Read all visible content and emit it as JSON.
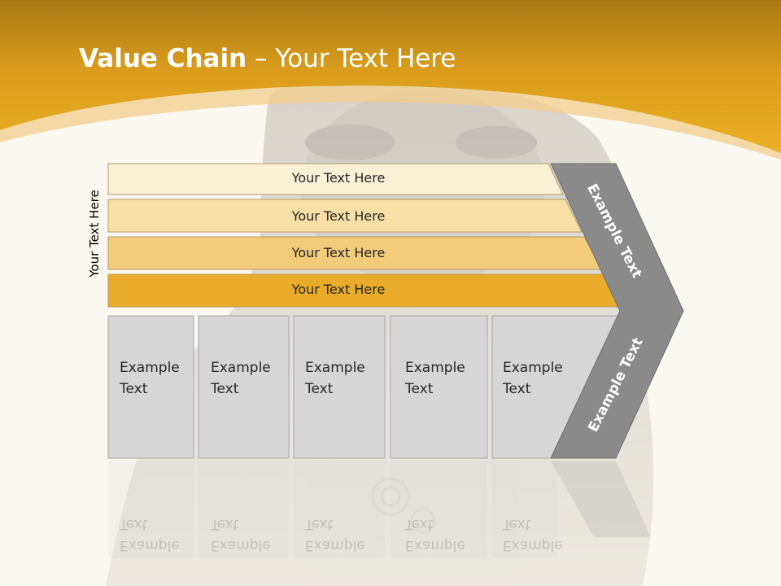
{
  "slide": {
    "title_bold": "Value Chain",
    "title_rest": " – Your Text Here",
    "vertical_label": "Your Text Here",
    "bars": [
      {
        "label": "Your Text Here",
        "fill": "#fbefd6"
      },
      {
        "label": "Your Text Here",
        "fill": "#f7e0a6"
      },
      {
        "label": "Your Text Here",
        "fill": "#f2cc78"
      },
      {
        "label": "Your Text Here",
        "fill": "#e8ab2a"
      }
    ],
    "columns": [
      {
        "line1": "Example",
        "line2": "Text"
      },
      {
        "line1": "Example",
        "line2": "Text"
      },
      {
        "line1": "Example",
        "line2": "Text"
      },
      {
        "line1": "Example",
        "line2": "Text"
      },
      {
        "line1": "Example",
        "line2": "Text"
      }
    ],
    "chevron_top": "Example Text",
    "chevron_bottom": "Example Text"
  },
  "colors": {
    "header": "#e6a61f",
    "header_dark": "#a8761a",
    "background": "#fbf8f1",
    "column": "#d6d6d6",
    "chevron": "#8a8a8a"
  }
}
